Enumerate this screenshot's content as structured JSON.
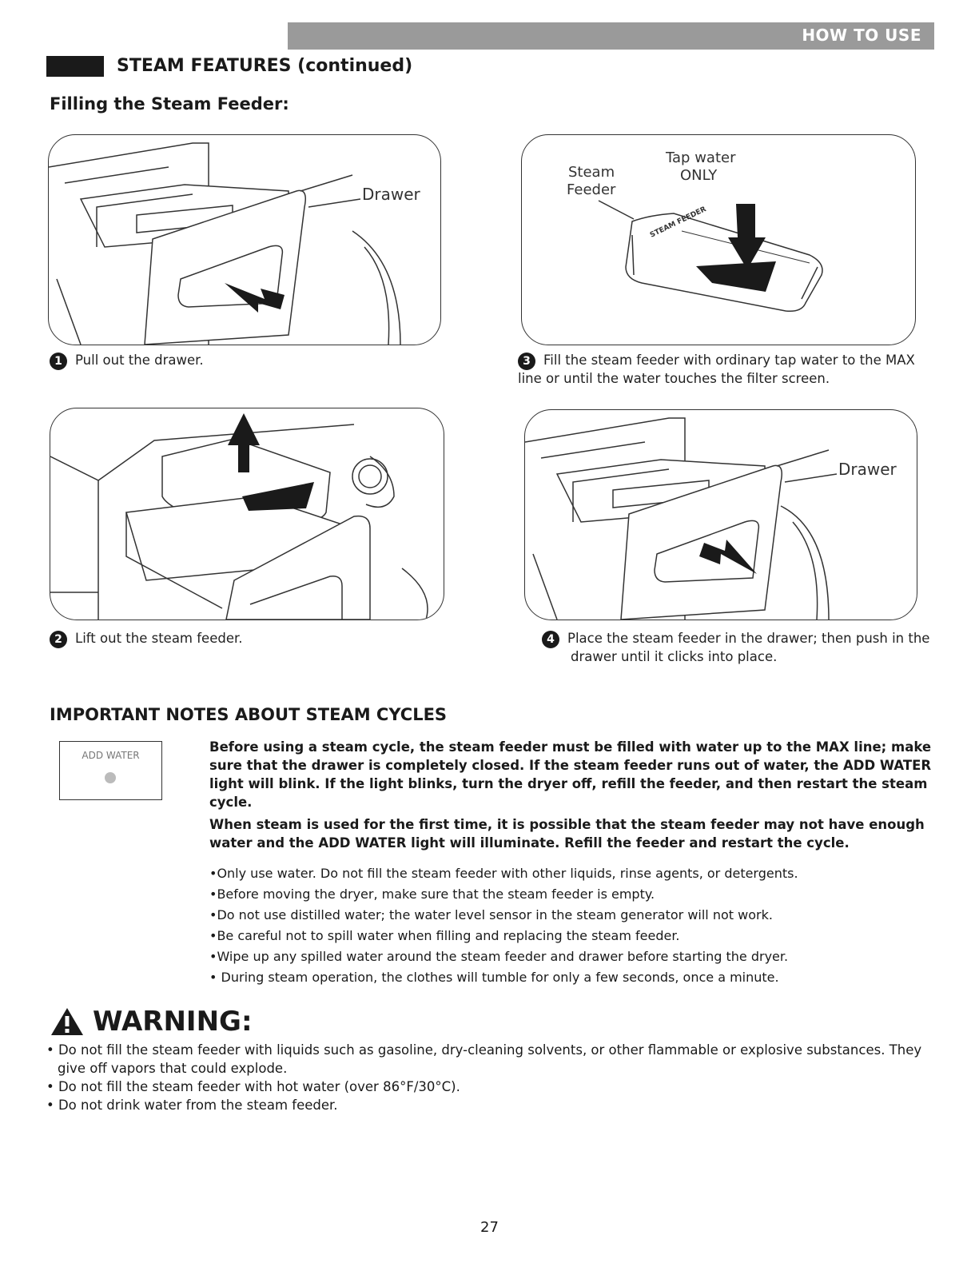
{
  "header": {
    "section": "HOW TO USE"
  },
  "section_title": "STEAM FEATURES (continued)",
  "subtitle": "Filling the Steam Feeder:",
  "steps": [
    {
      "num": "1",
      "caption": "Pull out the drawer.",
      "label": "Drawer"
    },
    {
      "num": "2",
      "caption": "Lift out the steam feeder."
    },
    {
      "num": "3",
      "caption": "Fill the steam feeder with ordinary tap water to the MAX line or until the water touches the filter screen.",
      "label_steam": "Steam",
      "label_feeder": "Feeder",
      "label_tap": "Tap water",
      "label_only": "ONLY",
      "feeder_text": "STEAM FEEDER"
    },
    {
      "num": "4",
      "caption": "Place the steam feeder in the drawer; then push in the drawer until it clicks into place.",
      "label": "Drawer"
    }
  ],
  "notes": {
    "title": "IMPORTANT NOTES ABOUT STEAM CYCLES",
    "indicator_label": "ADD WATER",
    "para1": "Before using a steam cycle, the steam feeder must be filled with water up to the MAX line; make sure that the drawer is completely closed. If the steam feeder runs out of water, the ADD WATER light will blink. If the light blinks, turn the dryer off, refill the feeder, and then restart the steam cycle.",
    "para2": "When steam is used for the first time, it is possible that the steam feeder may not have enough water and the ADD WATER light will illuminate. Refill the feeder and restart the cycle.",
    "bullets": [
      "•Only use water. Do not fill the steam feeder with other liquids, rinse agents, or detergents.",
      "•Before moving the dryer, make sure that the steam feeder is empty.",
      "•Do not use distilled water; the water level sensor in the steam generator will not work.",
      "•Be careful not to spill water when filling and replacing the steam feeder.",
      "•Wipe up any spilled water around the steam feeder and drawer before starting the dryer.",
      "• During steam operation, the clothes will tumble for only a few seconds, once a minute."
    ]
  },
  "warning": {
    "title": "WARNING:",
    "items": [
      "• Do not fill the steam feeder with liquids such as gasoline, dry-cleaning solvents, or other flammable or explosive substances. They give off vapors that could explode.",
      "• Do not fill the steam feeder with hot water (over 86°F/30°C).",
      "• Do not drink water from the steam feeder."
    ]
  },
  "page_number": "27"
}
